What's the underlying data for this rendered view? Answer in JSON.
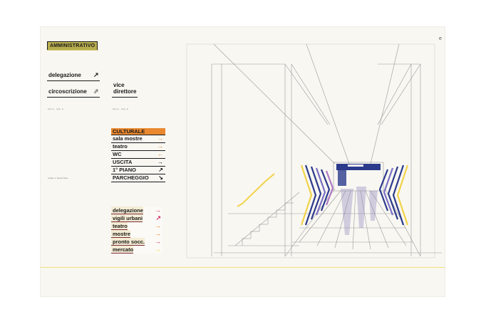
{
  "page_mark": "e",
  "admin": {
    "tag": "AMMINISTRATIVO",
    "signs": [
      {
        "label": "delegazione",
        "arrow": "↗"
      },
      {
        "label": "circoscrizione",
        "arrow": "⇗"
      },
      {
        "label": "vice",
        "label2": "direttore"
      }
    ],
    "tiny_notes": [
      "sco a · scs. a",
      "sco a · scs. a",
      "scale e superficie"
    ]
  },
  "culturale": {
    "header": "CULTURALE",
    "rows": [
      {
        "label": "sala mostre",
        "arrow": "→",
        "arrow_color": "#e9882f"
      },
      {
        "label": "teatro",
        "arrow": "→",
        "arrow_color": "#e9882f"
      },
      {
        "label": "WC",
        "arrow": "←",
        "arrow_color": "#e9882f"
      },
      {
        "label": "USCITA",
        "arrow": "→",
        "arrow_color": "#1a1a1a"
      },
      {
        "label": "1° PIANO",
        "arrow": "↗",
        "arrow_color": "#1a1a1a"
      },
      {
        "label": "PARCHEGGIO",
        "arrow": "↘",
        "arrow_color": "#1a1a1a"
      }
    ]
  },
  "services": {
    "rows": [
      {
        "label": "delegazione",
        "arrow": "→",
        "arrow_color": "#d6336b"
      },
      {
        "label": "vigili urbani",
        "arrow": "↗",
        "arrow_color": "#d6336b"
      },
      {
        "label": "teatro",
        "arrow": "→",
        "arrow_color": "#e9882f"
      },
      {
        "label": "mostre",
        "arrow": "→",
        "arrow_color": "#e9882f"
      },
      {
        "label": "pronto socc.",
        "arrow": "→",
        "arrow_color": "#d6336b"
      },
      {
        "label": "mercato",
        "arrow": "→",
        "arrow_color": "#f2d34a"
      }
    ]
  },
  "colors": {
    "orange": "#e9882f",
    "magenta": "#d6336b",
    "yellow": "#f2d34a",
    "navy": "#2c3a8c",
    "gold": "#b8ad4e"
  }
}
